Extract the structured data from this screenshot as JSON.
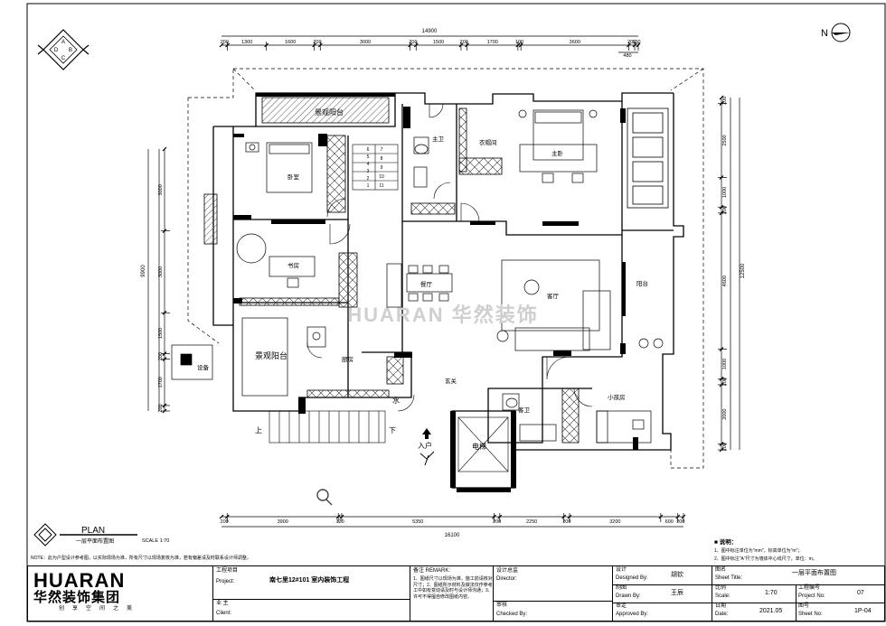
{
  "drawing": {
    "title": "一层平面布置图",
    "plan_label": "PLAN",
    "scale_label": "SCALE 1:70",
    "compass_letters": [
      "A",
      "B",
      "C",
      "D"
    ],
    "watermark": "HUARAN 华然装饰",
    "note_bottom": "NOTE：此为户型设计参考图，以实际现场为准，所有尺寸以现场复核为准，若有偏差请及时联系设计师调整。",
    "legend_title": "■ 说明：",
    "legend_lines": [
      "1、图中标注单位为\"mm\"，标高单位为\"m\"；",
      "2、图中标注\"A\"尺寸为墙体中心线尺寸，单位：m。"
    ],
    "north_label": "N",
    "dimensions": {
      "top_total": "14900",
      "top_segments": [
        "200",
        "1300",
        "1600",
        "200",
        "3000",
        "200",
        "1500",
        "200",
        "1700",
        "100",
        "3600",
        "200",
        "120"
      ],
      "top_right_extra": "480",
      "bottom_total": "16100",
      "bottom_segments": [
        "200",
        "3900",
        "120",
        "5350",
        "200",
        "2250",
        "200",
        "3200",
        "600",
        "200"
      ],
      "left_total": "9900",
      "left_segments": [
        "3000",
        "3000",
        "1500",
        "200",
        "1700",
        "200"
      ],
      "right_total": "12500",
      "right_segments": [
        "200",
        "2500",
        "1000",
        "200",
        "4600",
        "1000",
        "200",
        "2000",
        "200"
      ]
    },
    "rooms": [
      {
        "key": "balcony_top",
        "label": "景观阳台"
      },
      {
        "key": "bed_left",
        "label": "卧室"
      },
      {
        "key": "study",
        "label": "书房"
      },
      {
        "key": "bath_top",
        "label": "主卫"
      },
      {
        "key": "closet",
        "label": "衣帽间"
      },
      {
        "key": "master",
        "label": "主卧"
      },
      {
        "key": "dining",
        "label": "餐厅"
      },
      {
        "key": "living",
        "label": "客厅"
      },
      {
        "key": "balcony_right",
        "label": "阳台"
      },
      {
        "key": "balcony_left",
        "label": "景观阳台"
      },
      {
        "key": "kitchen",
        "label": "厨房"
      },
      {
        "key": "foyer",
        "label": "玄关"
      },
      {
        "key": "bath_small",
        "label": "客卫"
      },
      {
        "key": "kid",
        "label": "小孩房"
      },
      {
        "key": "elevator",
        "label": "电梯"
      },
      {
        "key": "equip",
        "label": "设备"
      },
      {
        "key": "entry",
        "label": "入户"
      },
      {
        "key": "water",
        "label": "水"
      },
      {
        "key": "up",
        "label": "上"
      },
      {
        "key": "down",
        "label": "下"
      }
    ],
    "stair_numbers": [
      "7",
      "8",
      "9",
      "10",
      "11",
      "6",
      "5",
      "4",
      "3",
      "2",
      "1"
    ]
  },
  "titleblock": {
    "brand_en": "HUARAN",
    "brand_cn": "华然装饰集团",
    "slogan": "创享空间之美",
    "project_label_cn": "工程项目",
    "project_label_en": "Project:",
    "project_value": "南七里12#101 室内装饰工程",
    "client_label_cn": "业 主",
    "client_label_en": "Client:",
    "remark_label": "备注 REMARK:",
    "remark_text": "1、图纸尺寸以现场为准，施工前请核对现场尺寸；2、图纸所示材料及做法仅作参考，施工中如有变动请及时与设计师沟通；3、未经许可不得擅自修改图纸内容。",
    "director_label_cn": "设计总监",
    "director_label_en": "Director:",
    "checked_label_cn": "审核",
    "checked_label_en": "Checked By:",
    "designed_label_cn": "设计",
    "designed_label_en": "Designed By:",
    "designed_value": "胡钦",
    "drawn_label_cn": "制图",
    "drawn_label_en": "Drawn By:",
    "drawn_value": "王辰",
    "approved_label_cn": "审定",
    "approved_label_en": "Approved By:",
    "sheet_title_label_cn": "图名",
    "sheet_title_label_en": "Sheet Title:",
    "sheet_title_value": "一层平面布置图",
    "scale_label_cn": "比例",
    "scale_label_en": "Scale:",
    "scale_value": "1:70",
    "project_no_label_cn": "工程编号",
    "project_no_label_en": "Project No:",
    "project_no_value": "07",
    "date_label_cn": "日期",
    "date_label_en": "Date:",
    "date_value": "2021.05",
    "sheet_no_label_cn": "图号",
    "sheet_no_label_en": "Sheet No:",
    "sheet_no_value": "1P-04"
  },
  "colors": {
    "line": "#000000",
    "hatch": "#555555",
    "dim": "#000000",
    "watermark": "#cfcfcf"
  }
}
